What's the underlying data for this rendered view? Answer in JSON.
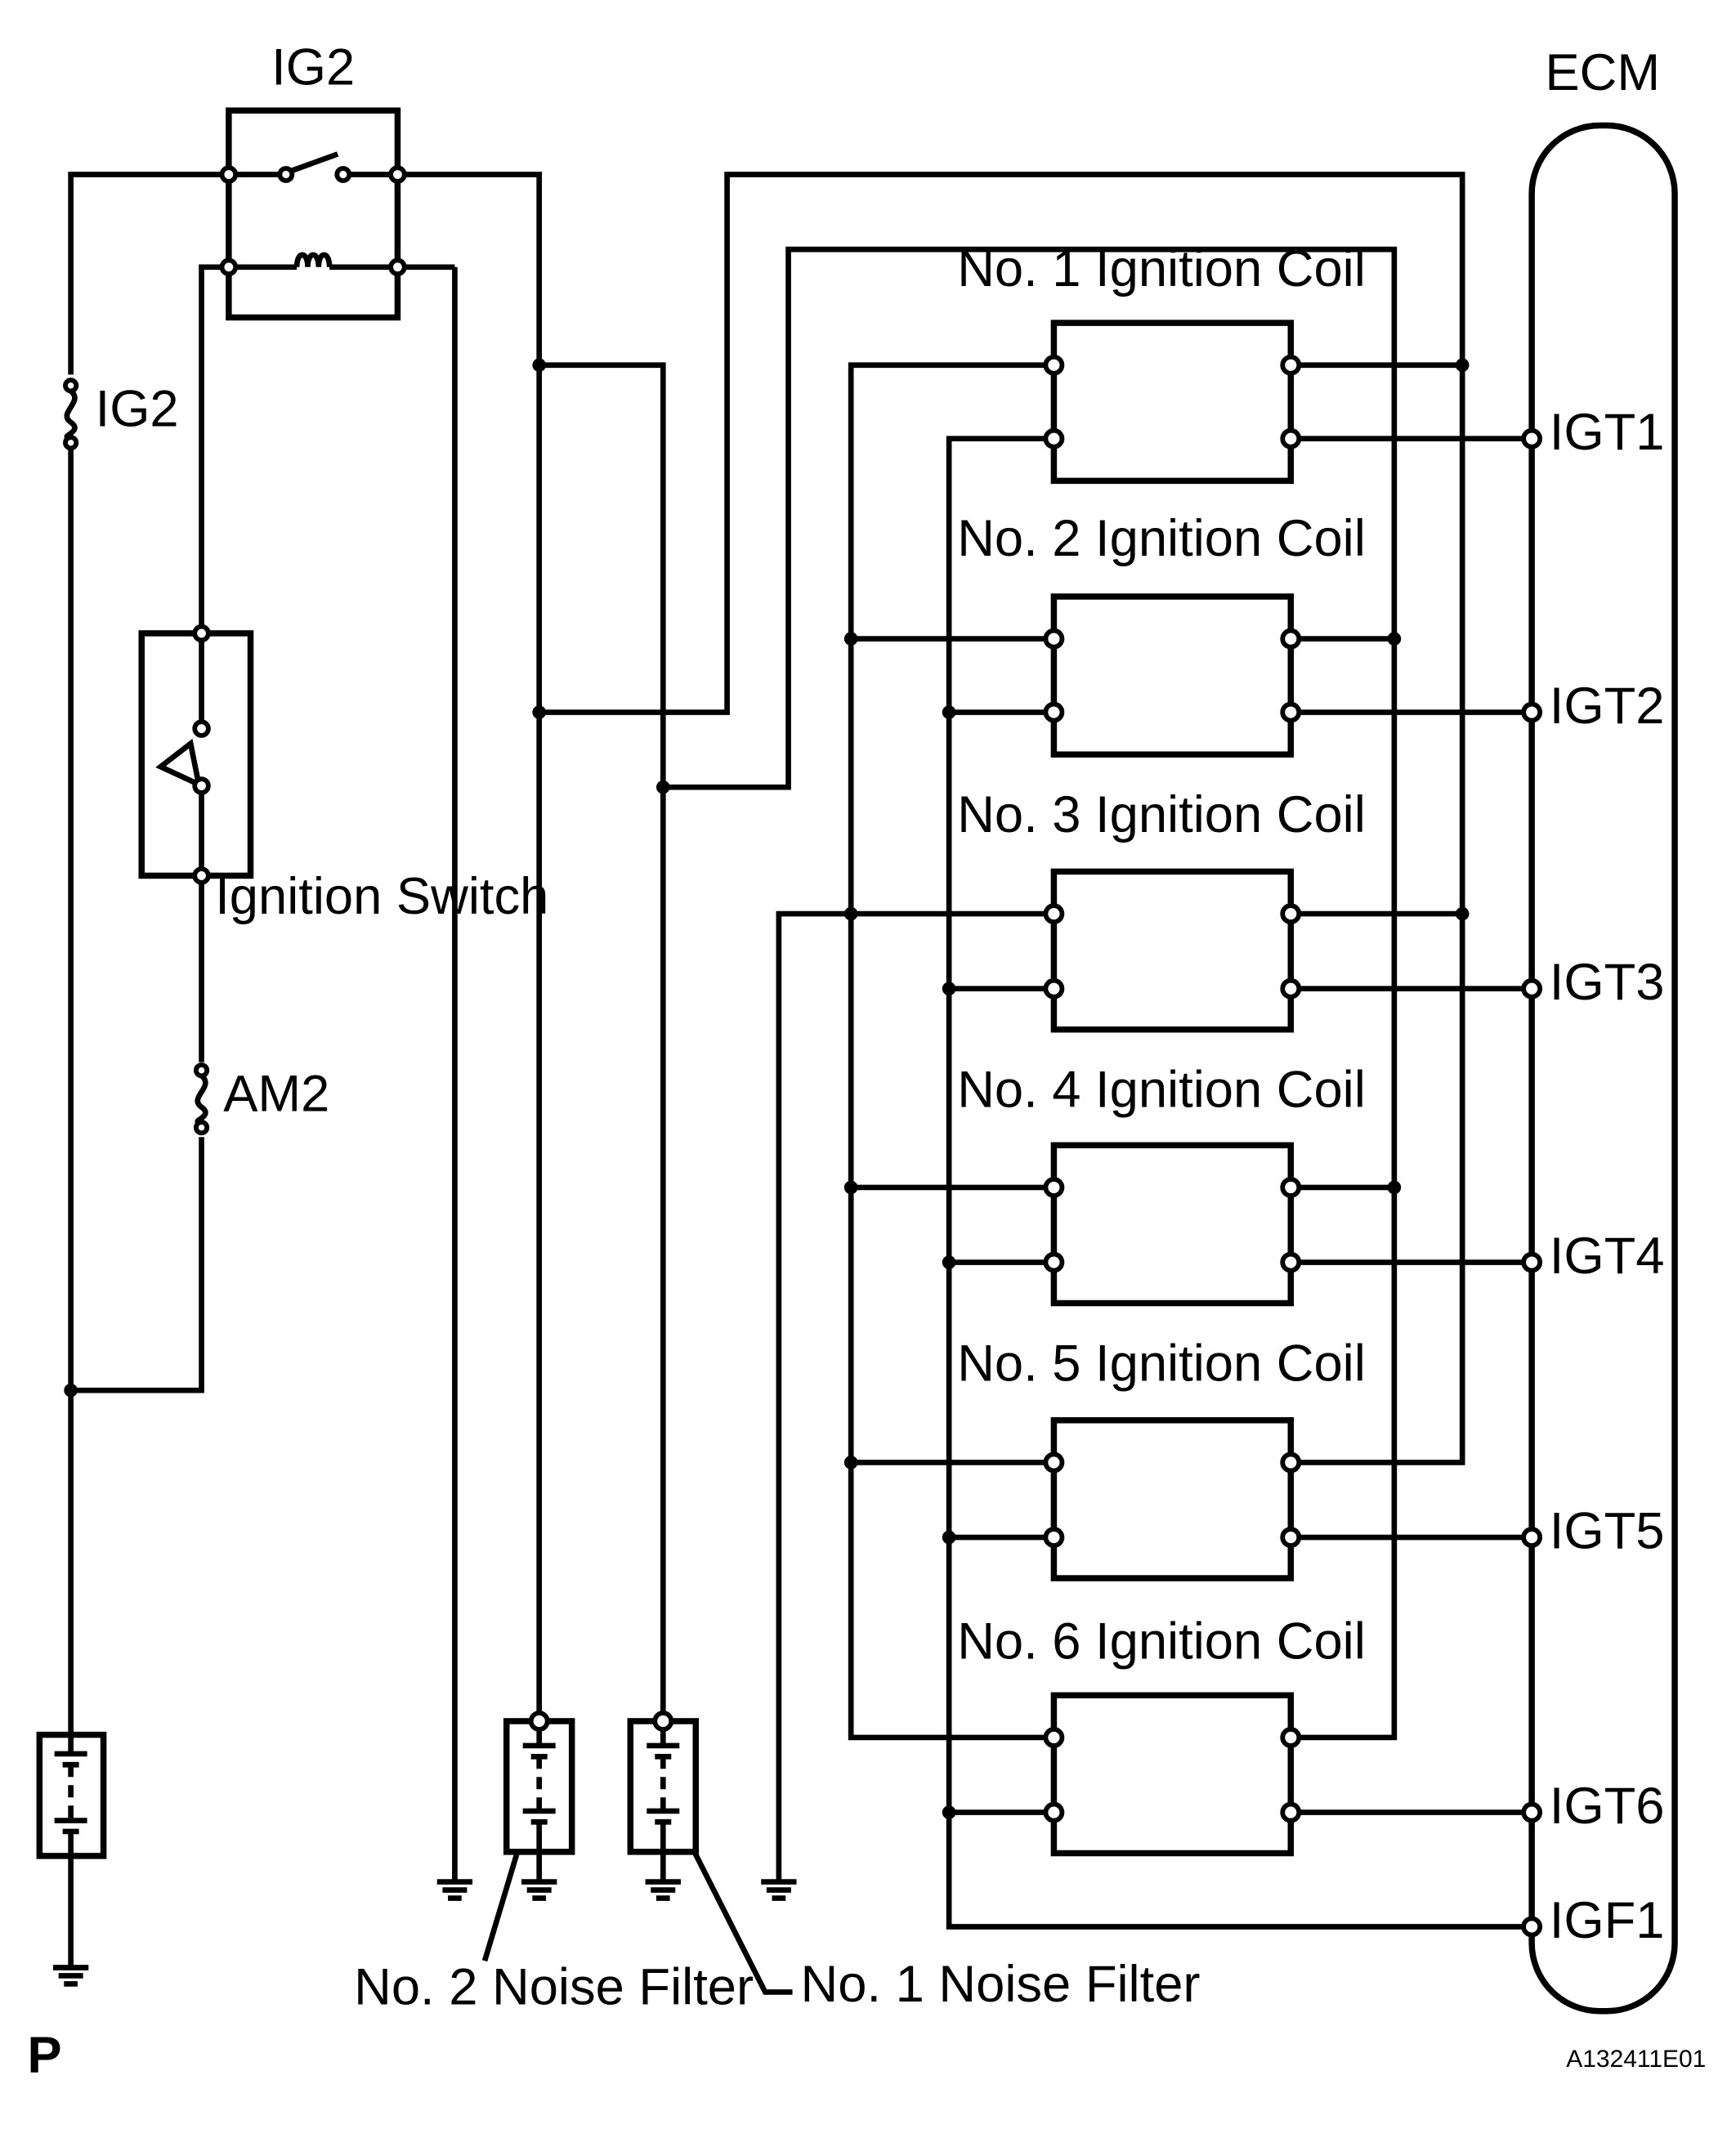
{
  "relay": {
    "title": "IG2"
  },
  "fuse_ig2": {
    "label": "IG2"
  },
  "fuse_am2": {
    "label": "AM2"
  },
  "ignition_switch": {
    "label": "Ignition Switch"
  },
  "ecm": {
    "title": "ECM",
    "terminals": [
      "IGT1",
      "IGT2",
      "IGT3",
      "IGT4",
      "IGT5",
      "IGT6",
      "IGF1"
    ]
  },
  "coils": [
    "No. 1 Ignition Coil",
    "No. 2 Ignition Coil",
    "No. 3 Ignition Coil",
    "No. 4 Ignition Coil",
    "No. 5 Ignition Coil",
    "No. 6 Ignition Coil"
  ],
  "noise_filters": {
    "no2": "No. 2 Noise Filter",
    "no1": "No. 1 Noise Filter"
  },
  "footer": {
    "left_mark": "P",
    "figure_id": "A132411E01"
  }
}
